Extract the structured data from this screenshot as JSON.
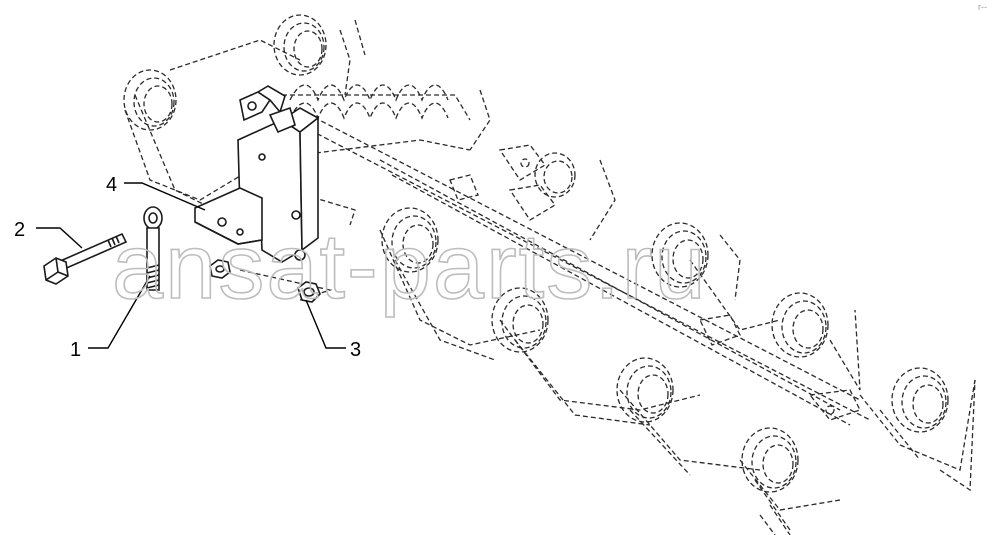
{
  "callouts": [
    {
      "id": "1",
      "label": "1"
    },
    {
      "id": "2",
      "label": "2"
    },
    {
      "id": "3",
      "label": "3"
    },
    {
      "id": "4",
      "label": "4"
    }
  ],
  "watermark": "ansat-parts.ru",
  "corner_mark": "r--",
  "parts": [
    {
      "callout": "1",
      "icon": "eye-bolt-icon"
    },
    {
      "callout": "2",
      "icon": "hex-bolt-icon"
    },
    {
      "callout": "3",
      "icon": "hex-nut-icon"
    },
    {
      "callout": "4",
      "icon": "mounting-bracket-icon"
    }
  ],
  "colors": {
    "line": "#1a1a1a",
    "watermark": "#bdbdbd",
    "background": "#ffffff"
  }
}
